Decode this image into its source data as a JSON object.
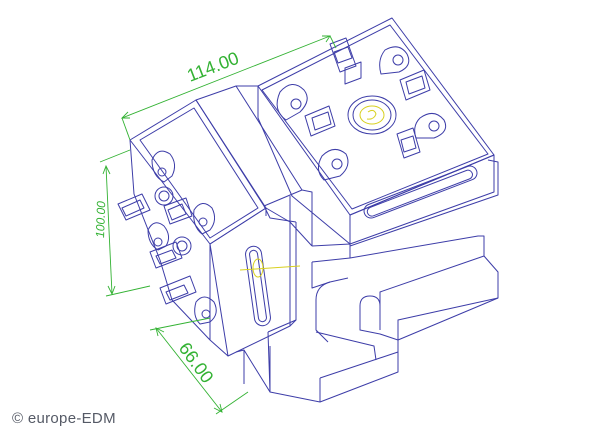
{
  "dimensions": {
    "width_label": "114.00",
    "height_label": "100.00",
    "depth_label": "66.00"
  },
  "colors": {
    "line": "#3d3da8",
    "dimension": "#33b233",
    "center_mark": "#d8d020",
    "copyright_text": "#555a66"
  },
  "copyright": {
    "symbol": "©",
    "text": "europe-EDM"
  }
}
